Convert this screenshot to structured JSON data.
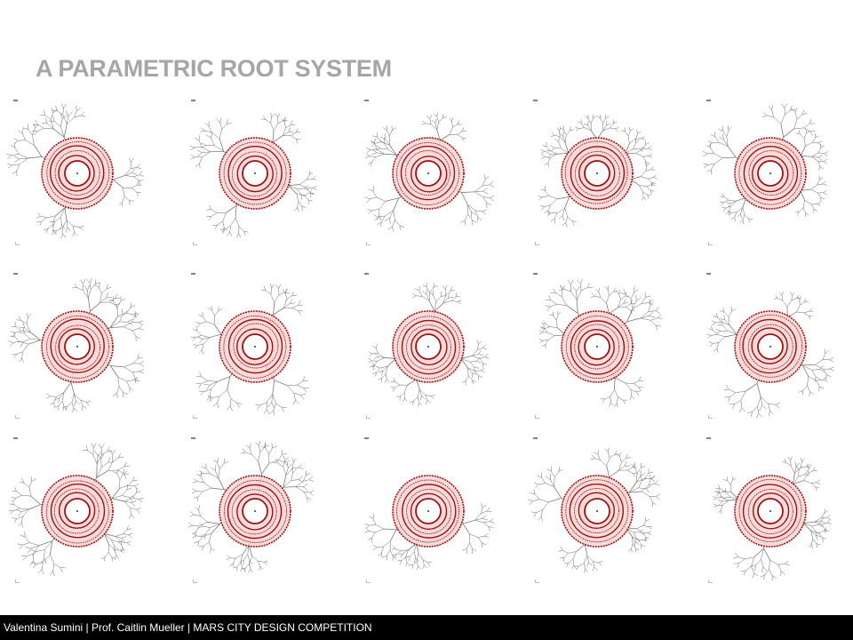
{
  "slide": {
    "title": "A PARAMETRIC ROOT SYSTEM"
  },
  "footer": {
    "text": "Valentina Sumini | Prof. Caitlin Mueller | MARS CITY  DESIGN COMPETITION"
  },
  "colors": {
    "title": "#a6a6a6",
    "ring_dark": "#a01010",
    "ring_fill": "#f6d6d6",
    "root_lines": "#6a6a6a",
    "tick_marks": "#6e86a8",
    "footer_bg": "#000000"
  },
  "variants": [
    {
      "id": 1,
      "ring_seed": 1,
      "branches": [
        110,
        205,
        250,
        10
      ]
    },
    {
      "id": 2,
      "ring_seed": 2,
      "branches": [
        300,
        20,
        120,
        215
      ]
    },
    {
      "id": 3,
      "ring_seed": 3,
      "branches": [
        290,
        30,
        140,
        210
      ]
    },
    {
      "id": 4,
      "ring_seed": 4,
      "branches": [
        270,
        325,
        10,
        140,
        215
      ]
    },
    {
      "id": 5,
      "ring_seed": 5,
      "branches": [
        290,
        330,
        30,
        135,
        205
      ]
    },
    {
      "id": 6,
      "ring_seed": 6,
      "branches": [
        290,
        330,
        30,
        100,
        190
      ]
    },
    {
      "id": 7,
      "ring_seed": 7,
      "branches": [
        300,
        60,
        130,
        200
      ]
    },
    {
      "id": 8,
      "ring_seed": 8,
      "branches": [
        280,
        20,
        110,
        160
      ]
    },
    {
      "id": 9,
      "ring_seed": 9,
      "branches": [
        290,
        320,
        60,
        200,
        240
      ]
    },
    {
      "id": 10,
      "ring_seed": 10,
      "branches": [
        300,
        30,
        110,
        200
      ]
    },
    {
      "id": 11,
      "ring_seed": 11,
      "branches": [
        300,
        340,
        40,
        130,
        190
      ]
    },
    {
      "id": 12,
      "ring_seed": 12,
      "branches": [
        280,
        320,
        100,
        160,
        215
      ]
    },
    {
      "id": 13,
      "ring_seed": 13,
      "branches": [
        20,
        110,
        150
      ]
    },
    {
      "id": 14,
      "ring_seed": 14,
      "branches": [
        290,
        330,
        30,
        110,
        200
      ]
    },
    {
      "id": 15,
      "ring_seed": 15,
      "branches": [
        310,
        20,
        100,
        200
      ]
    }
  ]
}
